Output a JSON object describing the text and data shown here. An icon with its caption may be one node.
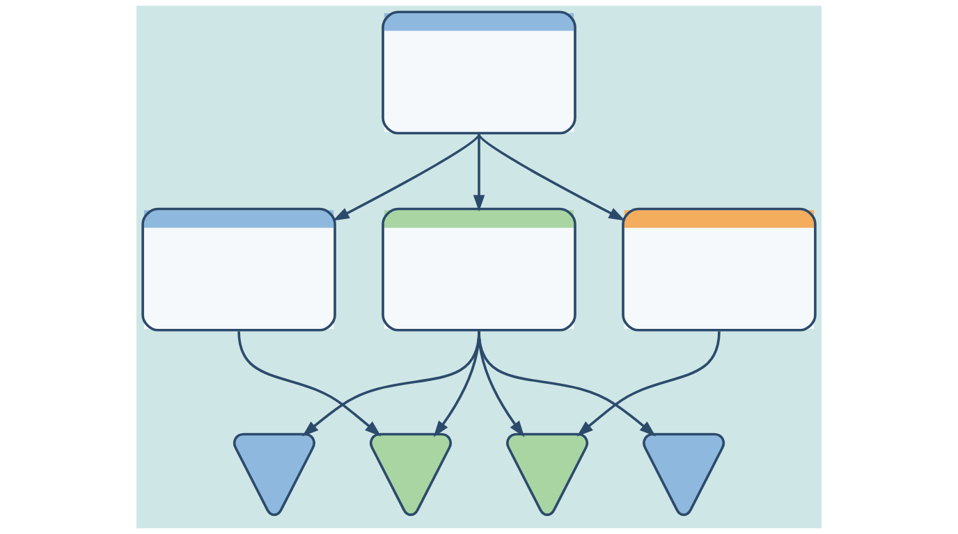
{
  "diagram": {
    "nodes": [
      {
        "text": [],
        "shape": "box"
      },
      {
        "text": [],
        "shape": "box"
      },
      {
        "text": [],
        "shape": "box"
      },
      {
        "text": [],
        "shape": "box"
      },
      {
        "text": [],
        "shape": "pin"
      },
      {
        "text": [],
        "shape": "pin"
      },
      {
        "text": [],
        "shape": "pin"
      },
      {
        "text": [],
        "shape": "pin"
      }
    ],
    "edges": [
      {
        "from": 0,
        "to": 1,
        "arrow": "to"
      },
      {
        "from": 0,
        "to": 2,
        "arrow": "to"
      },
      {
        "from": 0,
        "to": 3,
        "arrow": "to"
      },
      {
        "from": 1,
        "to": 5,
        "arrow": "to"
      },
      {
        "from": 2,
        "to": 4,
        "arrow": "to"
      },
      {
        "from": 2,
        "to": 5,
        "arrow": "to"
      },
      {
        "from": 2,
        "to": 6,
        "arrow": "to"
      },
      {
        "from": 2,
        "to": 7,
        "arrow": "to"
      },
      {
        "from": 3,
        "to": 6,
        "arrow": "to"
      }
    ]
  }
}
